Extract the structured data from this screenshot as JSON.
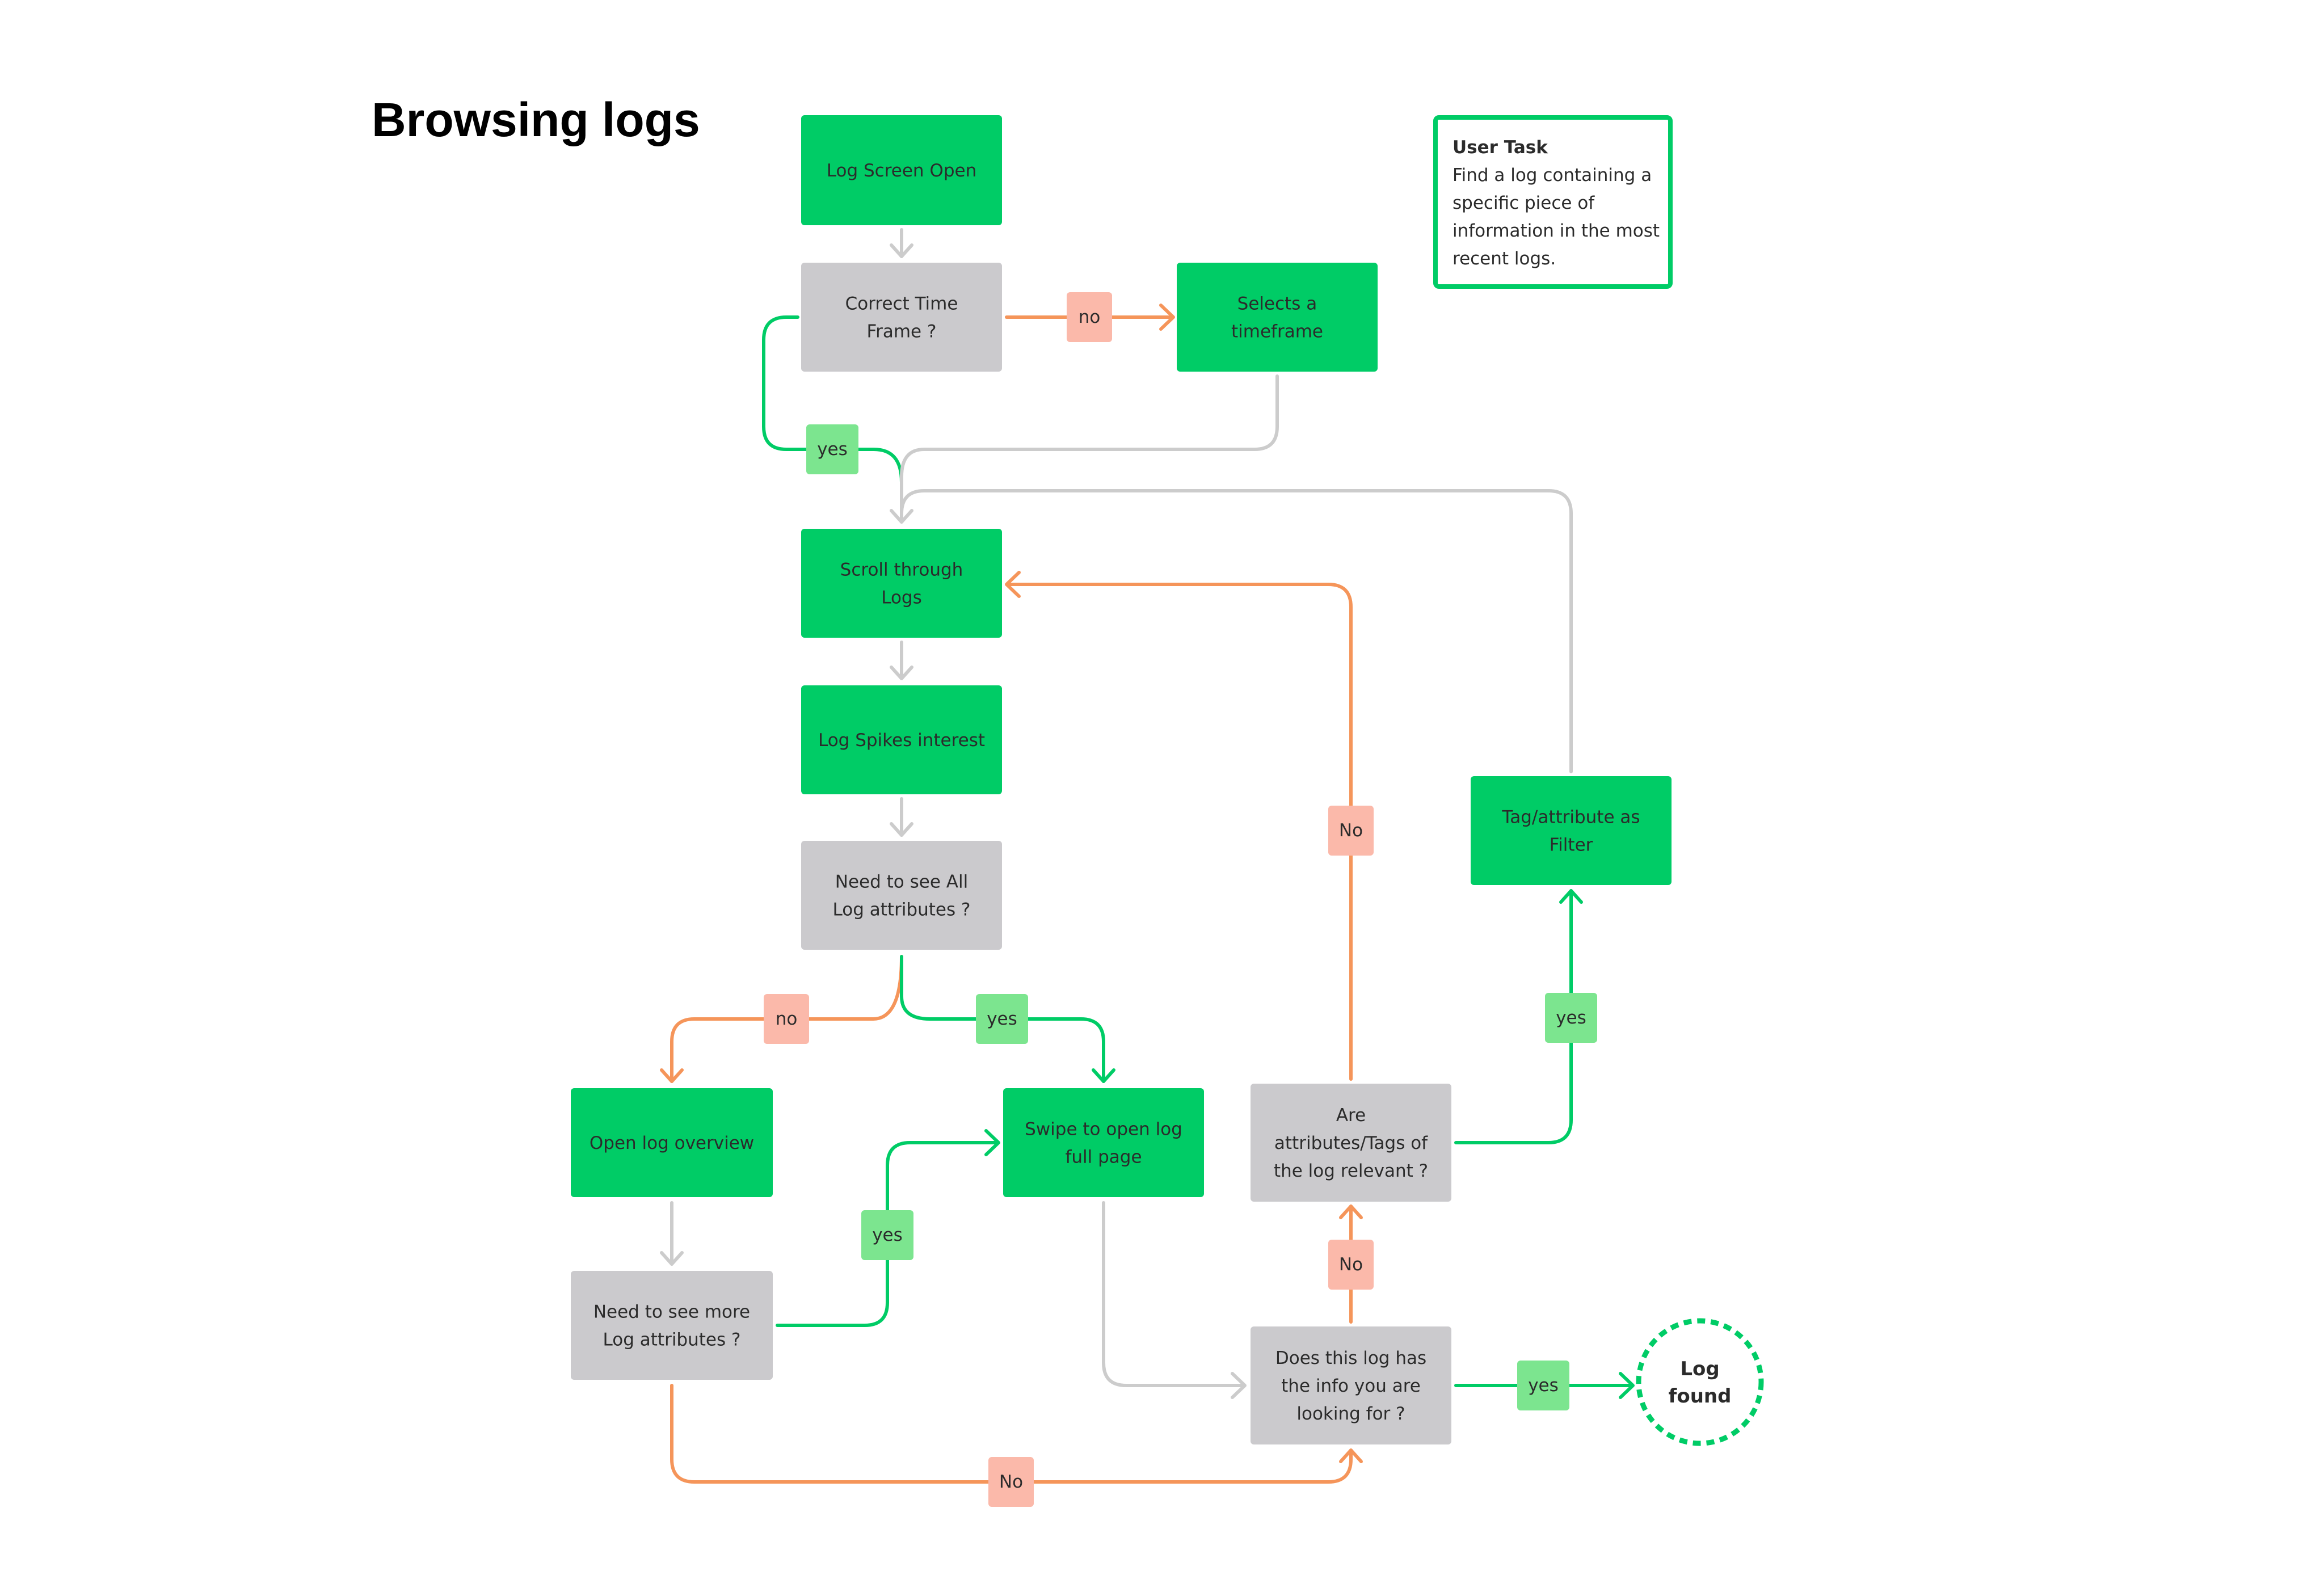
{
  "title": "Browsing logs",
  "colors": {
    "action_node": "#00cc66",
    "decision_node": "#cbcacd",
    "yes_label": "#7ce58f",
    "no_label": "#fbb9aa",
    "yes_edge": "#00cc66",
    "no_edge": "#f5955a",
    "neutral_edge": "#cccccc"
  },
  "user_task": {
    "heading": "User Task",
    "lines": [
      "Find a log containing a",
      "specific piece of",
      "information in the most",
      "recent logs."
    ]
  },
  "nodes": {
    "log_screen_open": {
      "type": "action",
      "lines": [
        "Log Screen Open"
      ]
    },
    "correct_time_frame": {
      "type": "decision",
      "lines": [
        "Correct Time",
        "Frame ?"
      ]
    },
    "selects_timeframe": {
      "type": "action",
      "lines": [
        "Selects a",
        "timeframe"
      ]
    },
    "scroll_through_logs": {
      "type": "action",
      "lines": [
        "Scroll through",
        "Logs"
      ]
    },
    "log_spikes_interest": {
      "type": "action",
      "lines": [
        "Log Spikes interest"
      ]
    },
    "need_all_attributes": {
      "type": "decision",
      "lines": [
        "Need to see All",
        "Log attributes ?"
      ]
    },
    "open_log_overview": {
      "type": "action",
      "lines": [
        "Open log overview"
      ]
    },
    "swipe_full_page": {
      "type": "action",
      "lines": [
        "Swipe to open log",
        "full page"
      ]
    },
    "attributes_relevant": {
      "type": "decision",
      "lines": [
        "Are",
        "attributes/Tags of",
        "the log relevant ?"
      ]
    },
    "tag_as_filter": {
      "type": "action",
      "lines": [
        "Tag/attribute as",
        "Filter"
      ]
    },
    "need_more_attributes": {
      "type": "decision",
      "lines": [
        "Need to see more",
        "Log attributes ?"
      ]
    },
    "has_info": {
      "type": "decision",
      "lines": [
        "Does this log has",
        "the info you are",
        "looking for ?"
      ]
    },
    "log_found": {
      "type": "end",
      "lines": [
        "Log",
        "found"
      ]
    }
  },
  "edge_labels": {
    "time_no": "no",
    "time_yes": "yes",
    "all_no": "no",
    "all_yes": "yes",
    "more_yes": "yes",
    "more_no": "No",
    "relevant_no": "No",
    "relevant_yes": "yes",
    "info_no": "No",
    "info_yes": "yes"
  }
}
